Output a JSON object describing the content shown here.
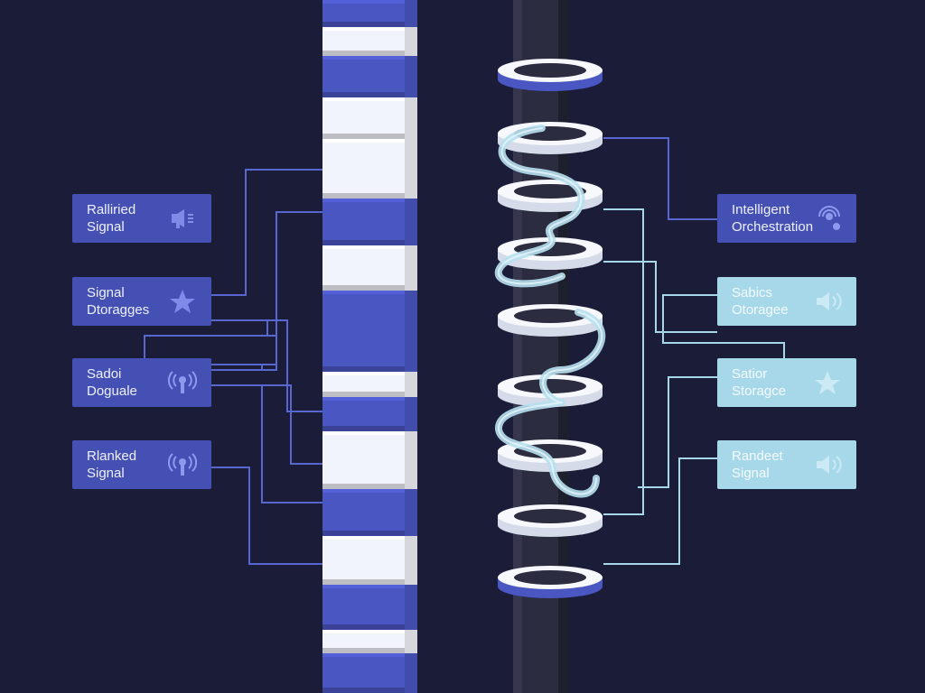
{
  "diagram": {
    "colors": {
      "background": "#1b1c38",
      "block_blue": "#4a56c2",
      "block_white": "#f2f4fb",
      "pole": "#2b2c3f",
      "ring": "#f6f8fc",
      "tube": "#b7e0f0",
      "card_blue": "#4450b4",
      "card_pale": "#a6d8ea",
      "line_blue": "#5866d0",
      "line_pale": "#a7d8ea"
    },
    "left_cards": [
      {
        "line1": "Ralliried",
        "line2": "Signal",
        "icon": "megaphone-icon"
      },
      {
        "line1": "Signal",
        "line2": "Dtoragges",
        "icon": "star-icon"
      },
      {
        "line1": "Sadoi",
        "line2": "Doguale",
        "icon": "broadcast-icon"
      },
      {
        "line1": "Rlanked",
        "line2": "Signal",
        "icon": "broadcast-icon"
      }
    ],
    "right_cards": [
      {
        "line1": "Intelligent",
        "line2": "Orchestration",
        "icon": "sensor-icon",
        "style": "blue"
      },
      {
        "line1": "Sabics",
        "line2": "Otoragee",
        "icon": "speaker-icon",
        "style": "pale"
      },
      {
        "line1": "Satior",
        "line2": "Storagce",
        "icon": "star-icon",
        "style": "pale"
      },
      {
        "line1": "Randeet",
        "line2": "Signal",
        "icon": "speaker-icon",
        "style": "pale"
      }
    ]
  }
}
